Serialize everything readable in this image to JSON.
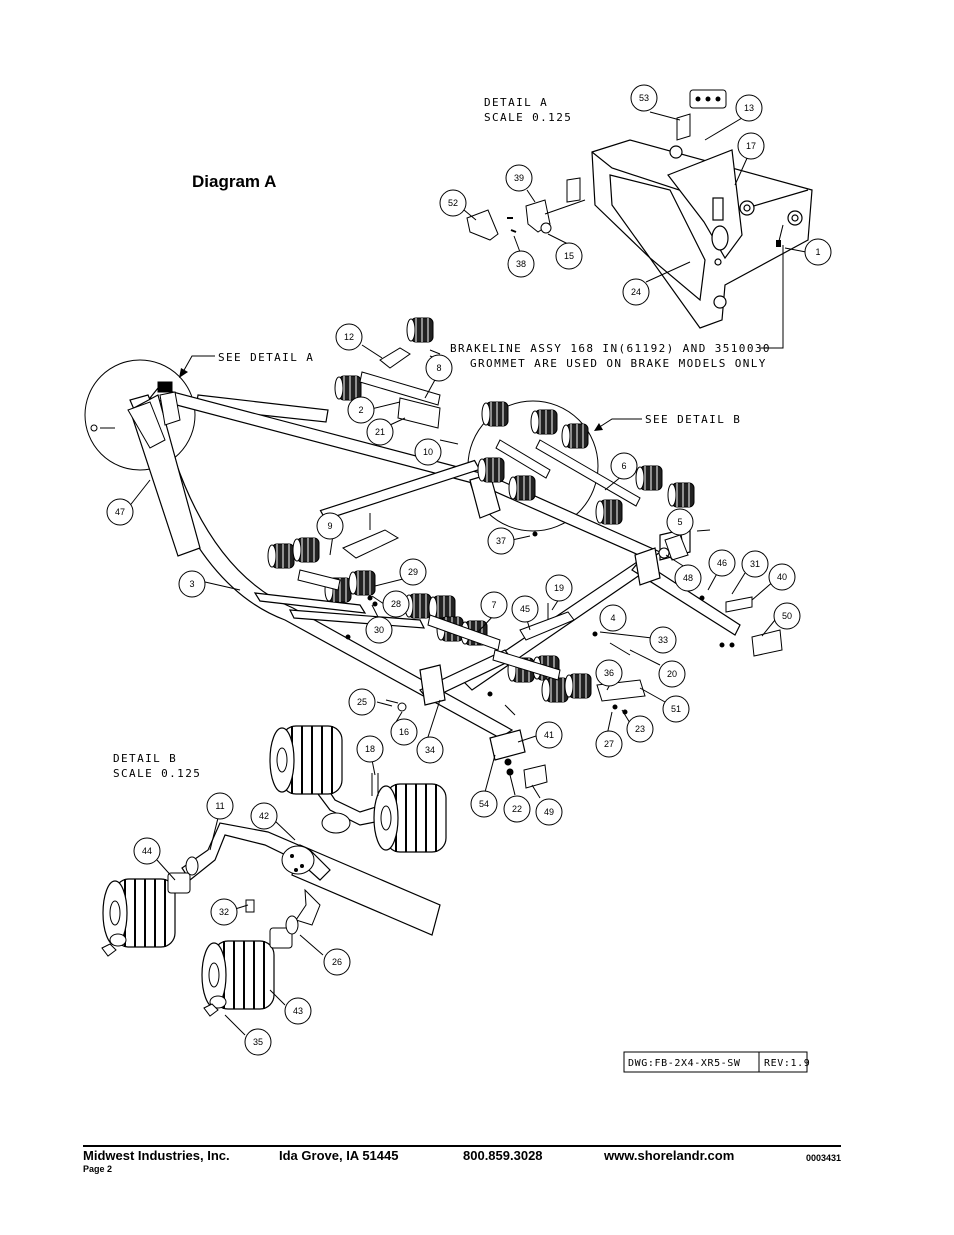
{
  "diagram_title": "Diagram A",
  "detail_a": {
    "line1": "DETAIL  A",
    "line2": "SCALE  0.125"
  },
  "detail_b": {
    "line1": "DETAIL  B",
    "line2": "SCALE  0.125"
  },
  "see_detail_a": "SEE DETAIL  A",
  "see_detail_b": "SEE DETAIL  B",
  "brakeline_note": [
    "BRAKELINE ASSY 168 IN(61192) AND 3510030",
    "GROMMET ARE USED ON BRAKE MODELS ONLY"
  ],
  "drawing_number": "DWG:FB-2X4-XR5-SW",
  "revision": "REV:1.9",
  "callouts": {
    "c1": "1",
    "c2": "2",
    "c3": "3",
    "c4": "4",
    "c5": "5",
    "c6": "6",
    "c7": "7",
    "c8": "8",
    "c9": "9",
    "c10": "10",
    "c11": "11",
    "c12": "12",
    "c13": "13",
    "c15": "15",
    "c16": "16",
    "c17": "17",
    "c18": "18",
    "c19": "19",
    "c20": "20",
    "c21": "21",
    "c22": "22",
    "c23": "23",
    "c24": "24",
    "c25": "25",
    "c26": "26",
    "c27": "27",
    "c28": "28",
    "c29": "29",
    "c30": "30",
    "c31": "31",
    "c32": "32",
    "c33": "33",
    "c34": "34",
    "c35": "35",
    "c36": "36",
    "c37": "37",
    "c38": "38",
    "c39": "39",
    "c40": "40",
    "c41": "41",
    "c42": "42",
    "c43": "43",
    "c44": "44",
    "c45": "45",
    "c46": "46",
    "c47": "47",
    "c48": "48",
    "c49": "49",
    "c50": "50",
    "c51": "51",
    "c52": "52",
    "c53": "53",
    "c54": "54"
  },
  "footer": {
    "company": "Midwest Industries, Inc.",
    "location": "Ida Grove, IA  51445",
    "phone": "800.859.3028",
    "website": "www.shorelandr.com",
    "doc_number": "0003431",
    "page": "Page 2"
  }
}
